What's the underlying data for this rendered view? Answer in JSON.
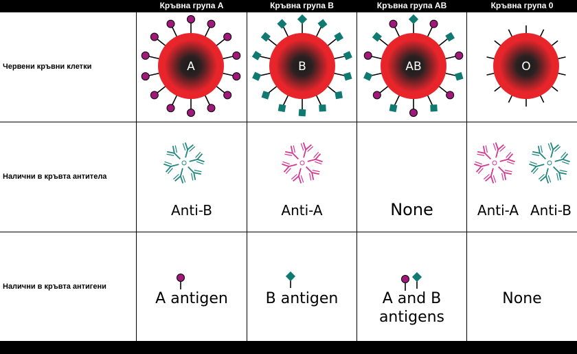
{
  "columns": [
    {
      "header": "Кръвна група A"
    },
    {
      "header": "Кръвна група B"
    },
    {
      "header": "Кръвна група AB"
    },
    {
      "header": "Кръвна група 0"
    }
  ],
  "rows": {
    "red_cells": "Червени кръвни клетки",
    "antibodies": "Налични в кръвта антитела",
    "antigens": "Налични в кръвта антигени"
  },
  "cells": {
    "A": {
      "cell_label": "A",
      "antibodies": "Anti-B",
      "antigens": "A antigen"
    },
    "B": {
      "cell_label": "B",
      "antibodies": "Anti-A",
      "antigens": "B antigen"
    },
    "AB": {
      "cell_label": "AB",
      "antibodies": "None",
      "antigens_line1": "A and B",
      "antigens_line2": "antigens"
    },
    "O": {
      "cell_label": "O",
      "antibodies_left": "Anti-A",
      "antibodies_right": "Anti-B",
      "antigens": "None"
    }
  },
  "colors": {
    "antigen_a": "#a0197a",
    "antigen_b": "#0e7a72",
    "cell_red": "#e8252b",
    "antibody_a": "#d4368f",
    "antibody_b": "#1e857e"
  }
}
